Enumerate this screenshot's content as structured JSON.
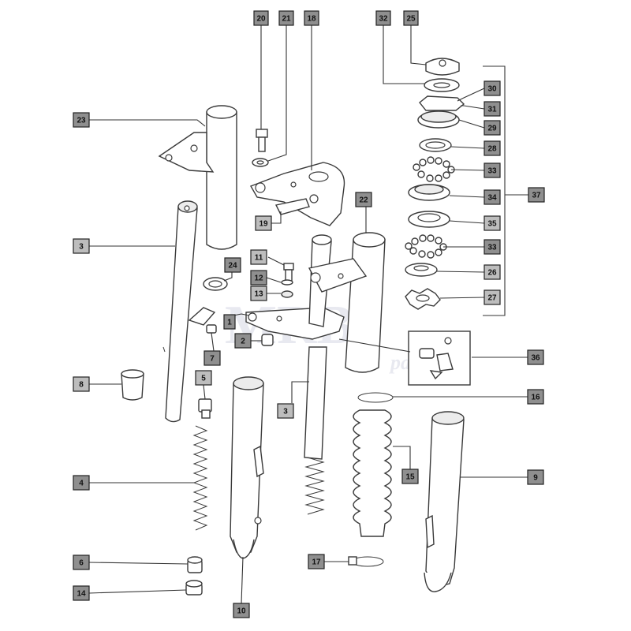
{
  "watermark": {
    "main": "MRB",
    "sub": "parts"
  },
  "label_colors": {
    "dark": "#8f8f8f",
    "light": "#bdbdbd"
  },
  "callouts": [
    {
      "id": "20",
      "text": "20",
      "tone": "dark"
    },
    {
      "id": "21",
      "text": "21",
      "tone": "dark"
    },
    {
      "id": "18",
      "text": "18",
      "tone": "dark"
    },
    {
      "id": "32",
      "text": "32",
      "tone": "dark"
    },
    {
      "id": "25",
      "text": "25",
      "tone": "dark"
    },
    {
      "id": "30",
      "text": "30",
      "tone": "dark"
    },
    {
      "id": "31",
      "text": "31",
      "tone": "dark"
    },
    {
      "id": "29",
      "text": "29",
      "tone": "dark"
    },
    {
      "id": "28",
      "text": "28",
      "tone": "dark"
    },
    {
      "id": "33a",
      "text": "33",
      "tone": "dark"
    },
    {
      "id": "34",
      "text": "34",
      "tone": "dark"
    },
    {
      "id": "37",
      "text": "37",
      "tone": "dark"
    },
    {
      "id": "35",
      "text": "35",
      "tone": "light"
    },
    {
      "id": "33b",
      "text": "33",
      "tone": "dark"
    },
    {
      "id": "26",
      "text": "26",
      "tone": "light"
    },
    {
      "id": "27",
      "text": "27",
      "tone": "light"
    },
    {
      "id": "23",
      "text": "23",
      "tone": "dark"
    },
    {
      "id": "22",
      "text": "22",
      "tone": "dark"
    },
    {
      "id": "19",
      "text": "19",
      "tone": "light"
    },
    {
      "id": "3a",
      "text": "3",
      "tone": "light"
    },
    {
      "id": "24",
      "text": "24",
      "tone": "dark"
    },
    {
      "id": "11",
      "text": "11",
      "tone": "light"
    },
    {
      "id": "12",
      "text": "12",
      "tone": "dark"
    },
    {
      "id": "13",
      "text": "13",
      "tone": "light"
    },
    {
      "id": "1",
      "text": "1",
      "tone": "dark"
    },
    {
      "id": "2",
      "text": "2",
      "tone": "dark"
    },
    {
      "id": "7",
      "text": "7",
      "tone": "dark"
    },
    {
      "id": "36",
      "text": "36",
      "tone": "dark"
    },
    {
      "id": "8",
      "text": "8",
      "tone": "light"
    },
    {
      "id": "5",
      "text": "5",
      "tone": "light"
    },
    {
      "id": "16",
      "text": "16",
      "tone": "dark"
    },
    {
      "id": "3b",
      "text": "3",
      "tone": "light"
    },
    {
      "id": "15",
      "text": "15",
      "tone": "dark"
    },
    {
      "id": "4",
      "text": "4",
      "tone": "dark"
    },
    {
      "id": "9",
      "text": "9",
      "tone": "dark"
    },
    {
      "id": "6",
      "text": "6",
      "tone": "dark"
    },
    {
      "id": "17",
      "text": "17",
      "tone": "dark"
    },
    {
      "id": "14",
      "text": "14",
      "tone": "dark"
    },
    {
      "id": "10",
      "text": "10",
      "tone": "dark"
    }
  ]
}
